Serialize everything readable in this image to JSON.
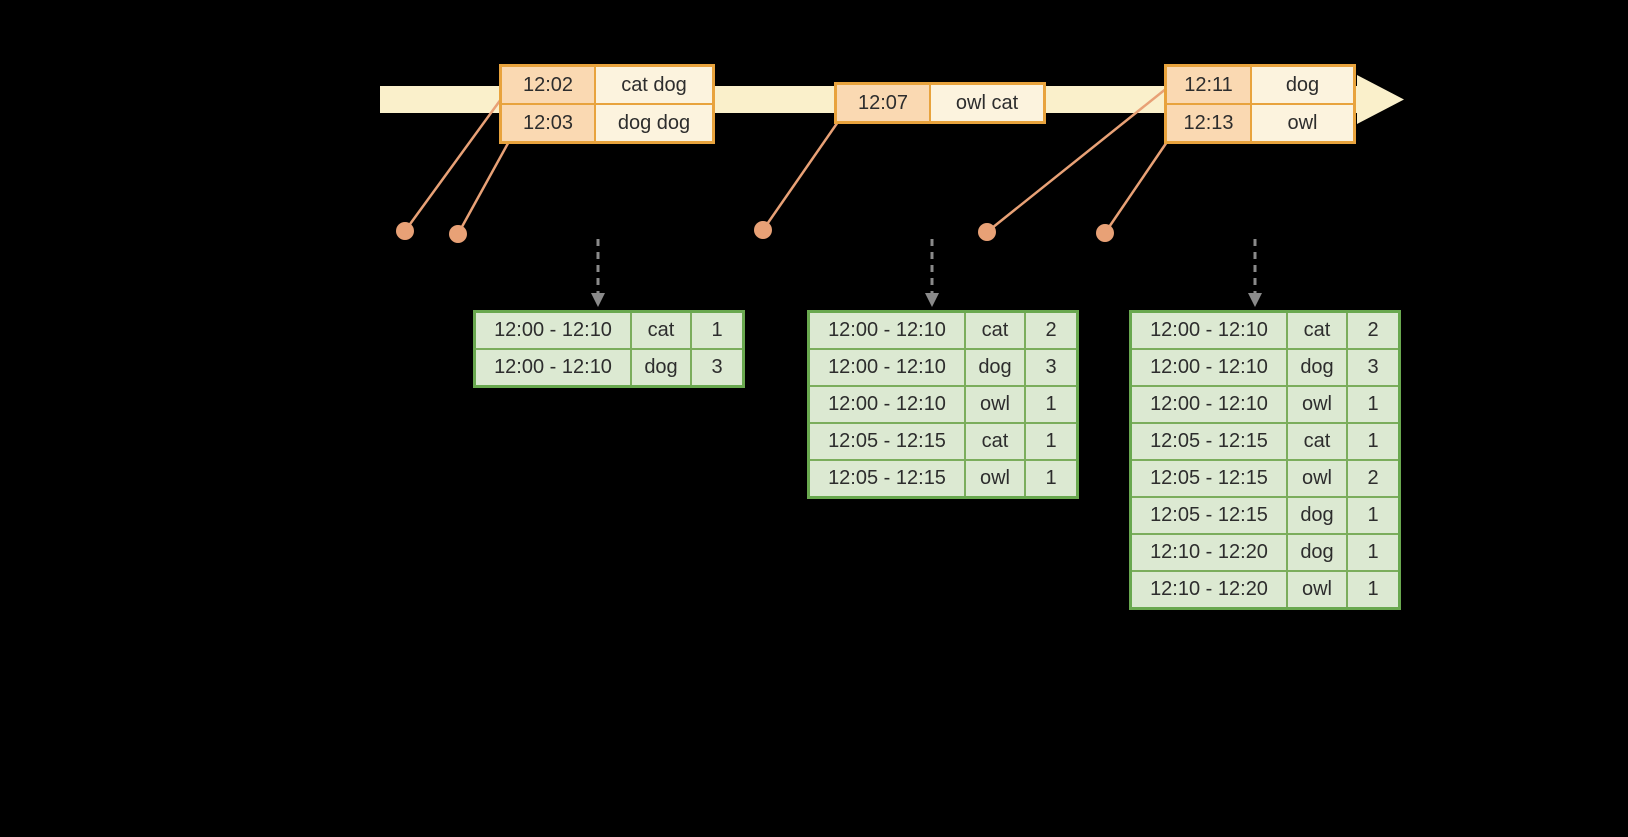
{
  "colors": {
    "background": "#000000",
    "timeline-fill": "#faf0cb",
    "event-border": "#e8a33d",
    "event-time-bg": "#fad9b2",
    "event-word-bg": "#fcf3de",
    "connector": "#e8a176",
    "trigger-arrow": "#8a8a8a",
    "result-border": "#69a84f",
    "result-inner-border": "#7bad5c",
    "result-cell-bg": "#dce9d2",
    "text": "#2d2d2d"
  },
  "timeline": {
    "event_tables": [
      {
        "rows": [
          [
            "12:02",
            "cat dog"
          ],
          [
            "12:03",
            "dog dog"
          ]
        ]
      },
      {
        "rows": [
          [
            "12:07",
            "owl cat"
          ]
        ]
      },
      {
        "rows": [
          [
            "12:11",
            "dog"
          ],
          [
            "12:13",
            "owl"
          ]
        ]
      }
    ]
  },
  "result_tables": [
    {
      "rows": [
        [
          "12:00 - 12:10",
          "cat",
          "1"
        ],
        [
          "12:00 - 12:10",
          "dog",
          "3"
        ]
      ]
    },
    {
      "rows": [
        [
          "12:00 - 12:10",
          "cat",
          "2"
        ],
        [
          "12:00 - 12:10",
          "dog",
          "3"
        ],
        [
          "12:00 - 12:10",
          "owl",
          "1"
        ],
        [
          "12:05 - 12:15",
          "cat",
          "1"
        ],
        [
          "12:05 - 12:15",
          "owl",
          "1"
        ]
      ]
    },
    {
      "rows": [
        [
          "12:00 - 12:10",
          "cat",
          "2"
        ],
        [
          "12:00 - 12:10",
          "dog",
          "3"
        ],
        [
          "12:00 - 12:10",
          "owl",
          "1"
        ],
        [
          "12:05 - 12:15",
          "cat",
          "1"
        ],
        [
          "12:05 - 12:15",
          "owl",
          "2"
        ],
        [
          "12:05 - 12:15",
          "dog",
          "1"
        ],
        [
          "12:10 - 12:20",
          "dog",
          "1"
        ],
        [
          "12:10 - 12:20",
          "owl",
          "1"
        ]
      ]
    }
  ]
}
